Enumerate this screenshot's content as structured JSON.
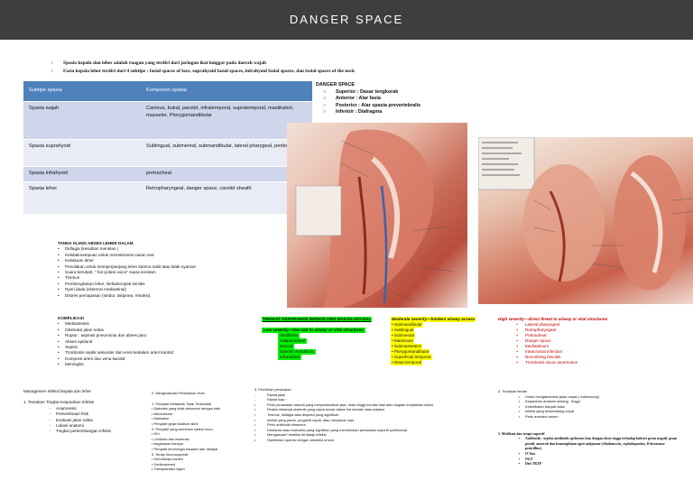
{
  "title": "DANGER SPACE",
  "intro": [
    "Spasia kepala dan leher adalah ruagan yang terdiri dari jaringan ikat longgar pada daerah wajah",
    "Fasia kepala leher terdiri dari 4 subtipe : fasial spaces  of face, suprahyoid fasial spaces, infrahyoid fasial spaces, dan fasial spaces of the neck"
  ],
  "table": {
    "headers": [
      "Subtipe spasia",
      "Komponen spasia"
    ],
    "rows": [
      [
        "Spasia  wajah",
        "Caninus, bukal, parotid, infratemporal, supratemporal, mastikatori,  masseter, Pterygomandibular"
      ],
      [
        "Spasia  suprahyoid",
        "Sublingual, submental, submandibular, lateral pharygeal, peritonsil"
      ],
      [
        "Spasia infrahyoid",
        "pretracheal"
      ],
      [
        "Spasia leher",
        "Retropharyngeal, danger space, carotid sheath"
      ]
    ]
  },
  "danger_space": {
    "heading": "DANGER SPACE",
    "items": [
      "Superior : Dasar tengkorak",
      "Anterior : Alar fasia",
      "Posterior : Alar spasia prevertebralis",
      "Inferioir : Diafragma"
    ]
  },
  "signs": {
    "heading": "TANDA KLINIS ABSES LEHER DALAM",
    "items": [
      "Disfagia (kesulitan menelan )",
      "Ketidakmampuan untuk mentoleransi cairan oral",
      "Kekakuan leher",
      "Penolakan untuk memperpanjang leher karena sakit atau tidak nyaman",
      "Suara berubah, \" hot potato voice\" suara teredam",
      "Trismus",
      "Pembengkakan leher, limfadenopati serviks",
      "Nyeri dada (ekstensi mediastinal)",
      "Distres pernapasan (stridor, takipnea, retraksi)."
    ]
  },
  "complications": {
    "heading": "KOMPLIKASI",
    "items": [
      "Mediastenitis",
      "Obstruksi jalan nafas",
      "Ruptur : aspirasi pneumonia dan abses paru",
      "Abses epidural",
      "Sepsis",
      "Trombosis septik sekunder dari emsi kedalam arteri karotid",
      "Kompresi arteri dan vena karotid",
      "Meningitis"
    ]
  },
  "severity": {
    "heading": "TINGKAT KEPARAHAN INFEKSI ORO MAKSILOFASIAL",
    "low_heading": "Low severity—low risk to airway or vital structures",
    "low_items": [
      "Vestibular",
      "Subperiosteal",
      "Buccal",
      "Daerah mandibula",
      "Infraorbital"
    ],
    "moderate_heading": "Moderate severity—hinders airway access",
    "moderate_items": [
      "Submandibular",
      "Sublingual",
      "Submental",
      "Masticator",
      "Submasseteric",
      "Pterygomandibular",
      "Superficial temporal",
      "Deep temporal"
    ],
    "high_heading": "High severity—direct threat to airway or vital structures",
    "high_items": [
      "Lateral pharyngeal",
      "Retropharyngeal",
      "Pretracheal",
      "Danger space",
      "Mediastinum",
      "Intracranial infection",
      "Necrotizing fasciitis",
      "Trombosis sinus cavernosus"
    ]
  },
  "management": {
    "heading": "Managemen infeksi kepala dan leher",
    "sub": "1. Tentukan Tingkat Keparahan Infeksi",
    "items": [
      "Anamnesis",
      "Pemeriksaan fisik",
      "Evaluasi jalan nafas",
      "Lokasi anatomi",
      "Tingkat perkembangan infeksi"
    ]
  },
  "stabilization": {
    "heading": "2. Mengevaluasi Pertahanan Host",
    "lines": [
      "1. Penyakit Metabolik Tidak Terkendali",
      "• Diabetes yang tidak terkontrol dengan baik",
      "• Alkoholisme",
      "• Malnutrisi",
      "• Penyakit ginjal stadium akhir",
      "2. Penyakit yang menekan sistem imun",
      "• HIV",
      "• Limfoma dan leukemia",
      "• keganasan lainnya",
      "• Penyakit imunologis bawaan dan didapat",
      "3. Terapi Imunosupresif",
      "• Kemoterapi kanker",
      "• Kortikosteroid",
      "• Transplantasi organ"
    ]
  },
  "treatment": {
    "heading": "3. Pemilihan perawatan",
    "items": [
      "Rawat jalan",
      "Rawat inap :",
      "Perlu perawatan darurat yang menyelamatkan jiwa, risiko tinggi kondisi fatal atau dugaan komplikasi  serius",
      "Reaksi inflamasi sistemik yang cepat lancar dalam hal demam atau malaise",
      "Trismus, disfagia atau dispnea yang signifikan",
      "Infeksi yang parah, progresif cepat, atau menyebar luas",
      "Perlu antibiotik intravena",
      "Dehidrasi atau malnutrisi yang signifikan yang memerlukan perawatan suportif profesional",
      "Mengancam/ restriksi terhadap infeksi",
      "Diperlukan operasi dengan anestesi umum"
    ]
  },
  "surgery": {
    "heading": "4. Tindakan bedah",
    "items": [
      "Untuk mengamankan jalan napas ( trakeotomy)",
      "Keparahan anatomi sedang - tinggi",
      "Keterlibatan banyak fasia",
      "Infeksi yang berkembang cepat",
      "Perlu anestesi umum"
    ],
    "med_heading": "5. Medikasi dan terapi suportif",
    "med_items": [
      "Antibiotik : injeksi antibiotik spektrum luas dengan dosis tinggi terhadap bakteri gram negatif, gram positif, anaerob dan kemungkinan agen antijamur (clindamycin, cephalosporins, ß-lactamase penicillins)",
      "IV line",
      "NGT",
      "Diet TKTP"
    ]
  }
}
